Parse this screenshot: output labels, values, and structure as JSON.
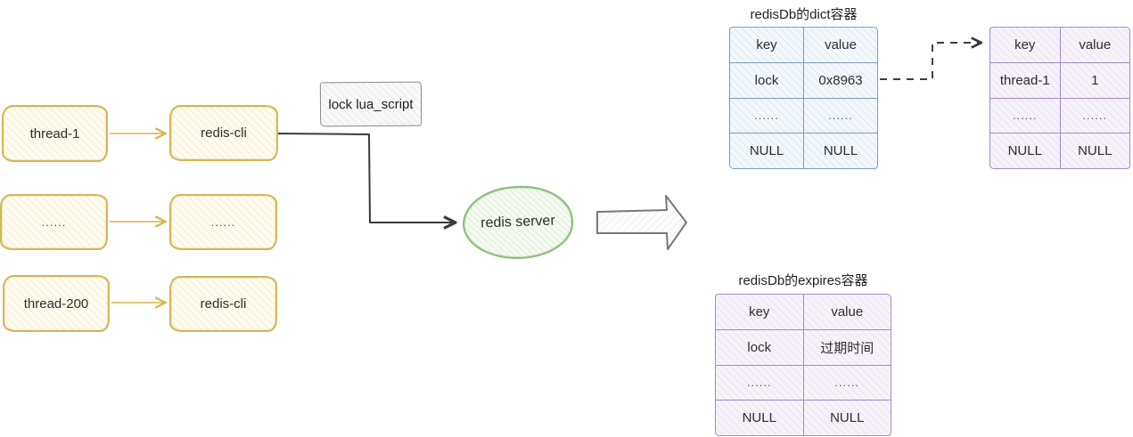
{
  "colors": {
    "node_yellow_border": "#d6b656",
    "node_yellow_fill": "#fefbf0",
    "note_gray_border": "#8a8a8a",
    "server_green_border": "#8cbd76",
    "table_blue_border": "#7a9cc6",
    "table_purple_border": "#a58bc3",
    "connector_black": "#3a3a3a",
    "arrow_gold": "#d9b44a"
  },
  "left_flow": {
    "rows": [
      {
        "source": "thread-1",
        "target": "redis-cli"
      },
      {
        "source": "......",
        "target": "......"
      },
      {
        "source": "thread-200",
        "target": "redis-cli"
      }
    ]
  },
  "script_note": {
    "label": "lock lua_script"
  },
  "server": {
    "label": "redis server"
  },
  "tables": {
    "dict": {
      "title": "redisDb的dict容器",
      "headers": [
        "key",
        "value"
      ],
      "rows": [
        [
          "lock",
          "0x8963"
        ],
        [
          "......",
          "......"
        ],
        [
          "NULL",
          "NULL"
        ]
      ]
    },
    "value_obj": {
      "headers": [
        "key",
        "value"
      ],
      "rows": [
        [
          "thread-1",
          "1"
        ],
        [
          "......",
          "......"
        ],
        [
          "NULL",
          "NULL"
        ]
      ]
    },
    "expires": {
      "title": "redisDb的expires容器",
      "headers": [
        "key",
        "value"
      ],
      "rows": [
        [
          "lock",
          "过期时间"
        ],
        [
          "......",
          "......"
        ],
        [
          "NULL",
          "NULL"
        ]
      ]
    }
  }
}
